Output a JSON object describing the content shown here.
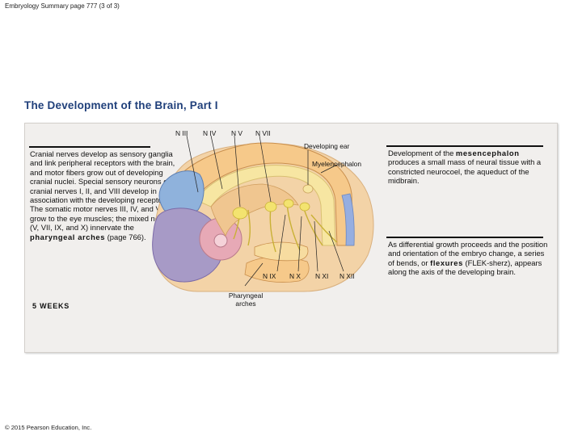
{
  "header": {
    "text": "Embryology Summary page 777 (3 of 3)"
  },
  "title": "The Development of the Brain, Part I",
  "nerve_labels_top": {
    "n3": "N III",
    "n4": "N IV",
    "n5": "N V",
    "n7": "N VII"
  },
  "nerve_labels_bottom": {
    "n9": "N IX",
    "n10": "N X",
    "n11": "N XI",
    "n12": "N XII"
  },
  "labels": {
    "developing_ear": "Developing ear",
    "myelencephalon": "Myelencephalon",
    "pharyngeal_arches": "Pharyngeal arches",
    "weeks": "5 WEEKS"
  },
  "left_text": {
    "part1": "Cranial nerves develop as sensory ganglia and link peripheral receptors with the brain, and motor fibers grow out of developing cranial nuclei. Special sensory neurons of cranial nerves I, II, and VIII develop in association with the developing receptors. The somatic motor nerves III, IV, and VI grow to the eye muscles; the mixed nerves (V, VII, IX, and X) innervate the ",
    "bold": "pharyngeal arches",
    "part2": " (page 766)."
  },
  "right_text_top": {
    "part1": "Development of the ",
    "bold": "mesencephalon",
    "part2": " produces a small mass of neural tissue with a constricted neurocoel, the aqueduct of the midbrain."
  },
  "right_text_bottom": {
    "part1": "As differential growth proceeds and the position and orientation of the embryo change, a series of bends, or ",
    "bold": "flexures",
    "part2": " (FLEK-sherz), appears along the axis of the developing brain."
  },
  "copyright": "© 2015 Pearson Education, Inc.",
  "colors": {
    "title": "#1f3f7a",
    "panel": "#f1efed",
    "embryo_outer": "#f3d3a7",
    "tube_orange": "#f6c98a",
    "tube_yellow": "#f7e6a2",
    "forebrain_blue": "#8fb2dc",
    "forebrain_purple": "#a79ac6",
    "optic_pink": "#e7a9b6",
    "hindbrain_blue": "#96aee0",
    "nerve_yellow": "#f3e36f"
  }
}
